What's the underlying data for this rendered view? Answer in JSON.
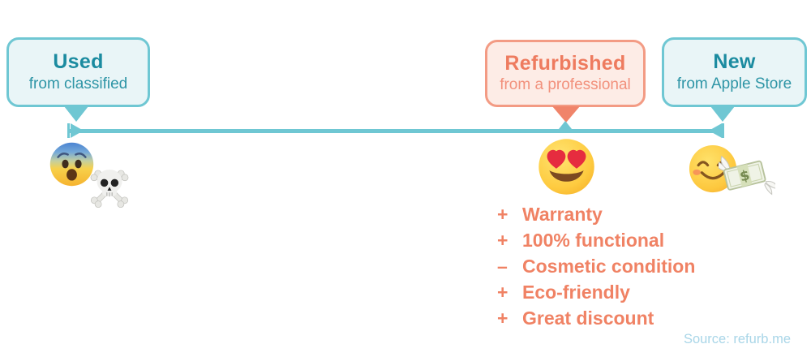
{
  "palette": {
    "teal": "#6fc7d3",
    "teal_fill": "#e9f5f7",
    "teal_title_text": "#1b8ba0",
    "teal_subtitle_text": "#2e95a6",
    "salmon_border": "#f39b84",
    "salmon_fill": "#fdece6",
    "salmon_title_text": "#ee7b5f",
    "salmon_subtitle_text": "#f2917c",
    "salmon_pointer": "#f0846a",
    "list_text": "#f08264",
    "source_text": "#a9d6e8"
  },
  "timeline": {
    "labels": {
      "used": {
        "title": "Used",
        "subtitle": "from classified"
      },
      "refurbished": {
        "title": "Refurbished",
        "subtitle": "from a professional"
      },
      "new": {
        "title": "New",
        "subtitle": "from Apple Store"
      }
    },
    "emojis": {
      "used": [
        "fearful-face",
        "skull-and-crossbones"
      ],
      "refurbished": [
        "heart-eyes-face"
      ],
      "new": [
        "smiling-face",
        "money-with-wings"
      ],
      "money_sign": "$"
    }
  },
  "refurbished_points": {
    "items": [
      {
        "sign": "+",
        "text": "Warranty"
      },
      {
        "sign": "+",
        "text": "100% functional"
      },
      {
        "sign": "–",
        "text": "Cosmetic condition"
      },
      {
        "sign": "+",
        "text": "Eco-friendly"
      },
      {
        "sign": "+",
        "text": "Great discount"
      }
    ]
  },
  "source": {
    "label": "Source: refurb.me"
  }
}
